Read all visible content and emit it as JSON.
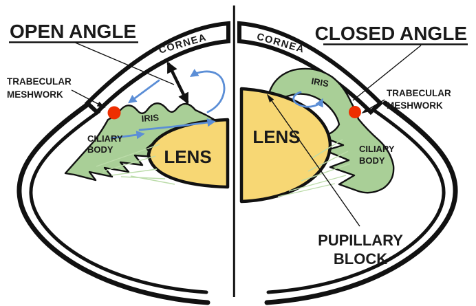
{
  "diagram": {
    "left_panel": {
      "title": "OPEN ANGLE",
      "cornea": "CORNEA",
      "trabecular_line1": "TRABECULAR",
      "trabecular_line2": "MESHWORK",
      "iris": "IRIS",
      "ciliary_line1": "CILIARY",
      "ciliary_line2": "BODY",
      "lens": "LENS"
    },
    "right_panel": {
      "title": "CLOSED ANGLE",
      "cornea": "CORNEA",
      "trabecular_line1": "TRABECULAR",
      "trabecular_line2": "MESHWORK",
      "iris": "IRIS",
      "ciliary_line1": "CILIARY",
      "ciliary_line2": "BODY",
      "lens": "LENS",
      "pupillary_line1": "PUPILLARY",
      "pupillary_line2": "BLOCK"
    },
    "colors": {
      "outline": "#111111",
      "iris_green": "#a9cf97",
      "zonule_green": "#bcdcaa",
      "lens_yellow": "#f7d774",
      "flow_blue": "#5b8ed6",
      "meshwork_red": "#ee2e00",
      "divider": "#111111",
      "background": "#ffffff"
    }
  }
}
